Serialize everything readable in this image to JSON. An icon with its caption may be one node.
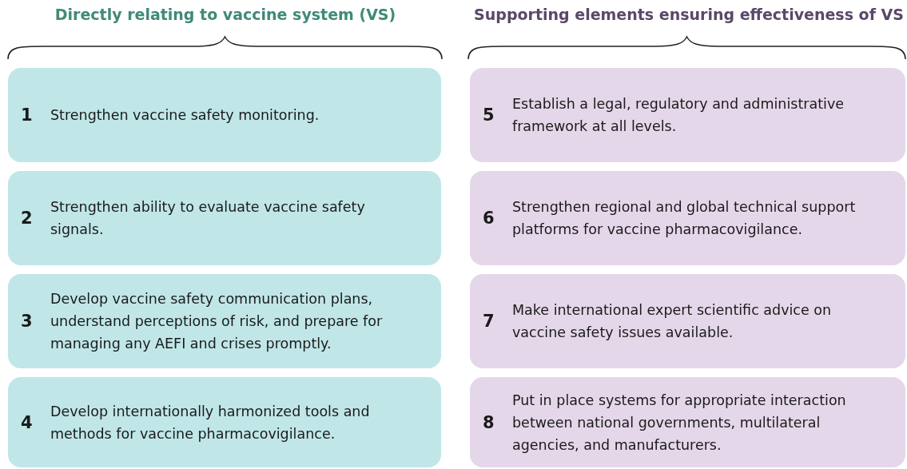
{
  "diagram": {
    "nodes": [
      {
        "text": [
          "1",
          "Strengthen vaccine safety monitoring."
        ]
      },
      {
        "text": [
          "2",
          "Strengthen ability to evaluate vaccine safety signals."
        ]
      },
      {
        "text": [
          "3",
          "Develop vaccine safety communication plans, understand perceptions of risk, and prepare for managing any AEFI and crises promptly."
        ]
      },
      {
        "text": [
          "4",
          "Develop internationally harmonized tools and methods for vaccine pharmacovigilance."
        ]
      },
      {
        "text": [
          "5",
          "Establish a legal, regulatory and administrative framework at all levels."
        ]
      },
      {
        "text": [
          "6",
          "Strengthen regional and global technical support platforms for vaccine pharmacovigilance."
        ]
      },
      {
        "text": [
          "7",
          "Make international expert scientific advice on vaccine safety issues available."
        ]
      },
      {
        "text": [
          "8",
          "Put in place systems for appropriate interaction between national governments, multilateral agencies, and manufacturers."
        ]
      }
    ],
    "labels": [
      "Directly relating to vaccine system (VS)",
      "Supporting elements ensuring effectiveness of VS"
    ]
  }
}
